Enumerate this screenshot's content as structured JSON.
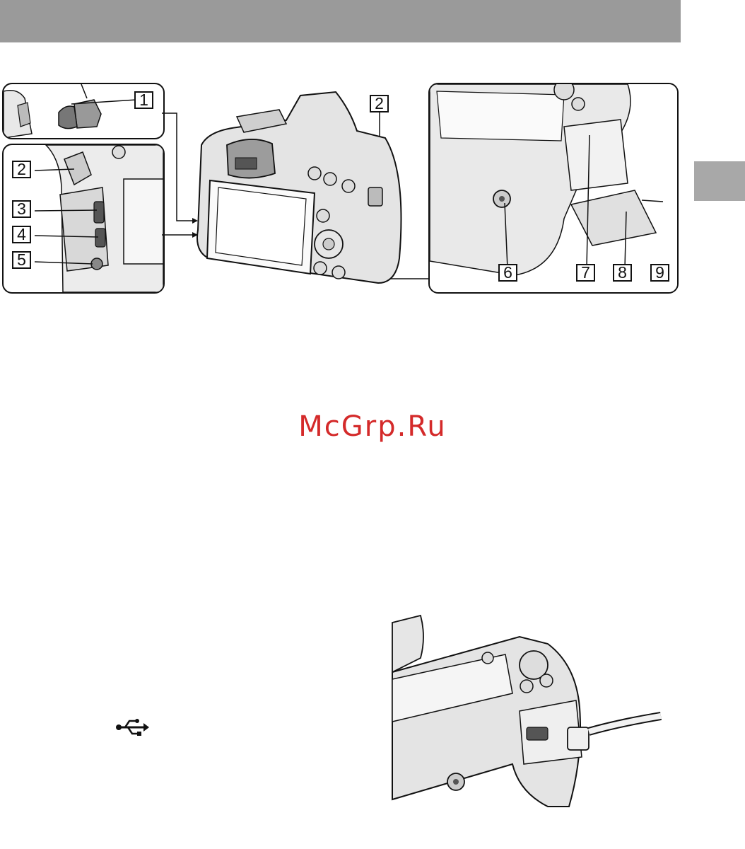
{
  "page": {
    "watermark": "McGrp.Ru"
  },
  "callouts": {
    "c1": "1",
    "c2_main": "2",
    "c2_side": "2",
    "c3": "3",
    "c4": "4",
    "c5": "5",
    "c6": "6",
    "c7": "7",
    "c8": "8",
    "c9": "9"
  },
  "icons": {
    "usb": "usb-icon"
  }
}
